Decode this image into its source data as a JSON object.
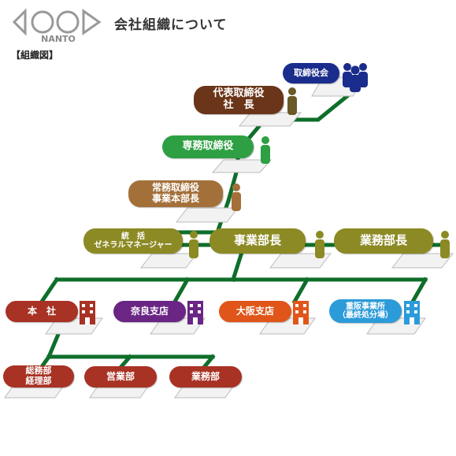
{
  "header": {
    "logo_text": "NANTO",
    "title": "会社組織について",
    "section_label": "【組織図】"
  },
  "nodes": {
    "board": {
      "label": "取締役会",
      "color": "#1a2c8c"
    },
    "president": {
      "line1": "代表取締役",
      "line2": "社　長",
      "color": "#6a3518"
    },
    "senior_md": {
      "label": "専務取締役",
      "color": "#2ea043"
    },
    "managing_director": {
      "line1": "常務取締役",
      "line2": "事業本部長",
      "color": "#a4703a"
    },
    "general_manager": {
      "line1": "統　括",
      "line2": "ゼネラルマネージャー",
      "color": "#8c8a24"
    },
    "business_div_head": {
      "label": "事業部長",
      "color": "#8c8a24"
    },
    "operations_div_head": {
      "label": "業務部長",
      "color": "#8c8a24"
    },
    "head_office": {
      "label": "本　社",
      "color": "#a83224"
    },
    "nara_branch": {
      "label": "奈良支店",
      "color": "#6a2585"
    },
    "osaka_branch": {
      "label": "大阪支店",
      "color": "#e0561a"
    },
    "shigesaka_office": {
      "line1": "重阪事業所",
      "line2": "（最終処分場）",
      "color": "#2c9bd9"
    },
    "general_affairs": {
      "line1": "総務部",
      "line2": "経理部",
      "color": "#a83224"
    },
    "sales": {
      "label": "営業部",
      "color": "#a83224"
    },
    "operations": {
      "label": "業務部",
      "color": "#a83224"
    }
  },
  "colors": {
    "line": "#0e6e2a",
    "person": "#6b5a28",
    "board_people": "#1a2c8c"
  }
}
